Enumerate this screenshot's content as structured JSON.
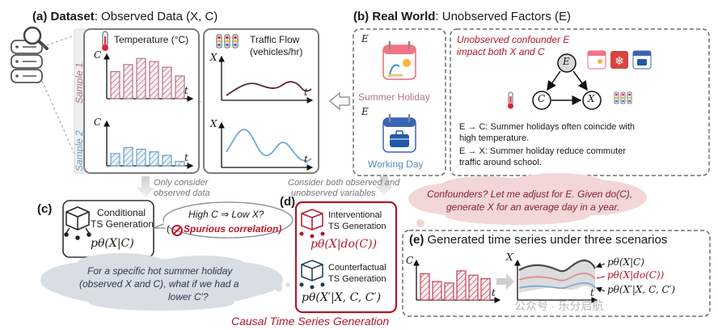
{
  "panel_a": {
    "label": "(a)",
    "heading_bold": "Dataset",
    "heading_rest": ": Observed Data (X, C)",
    "sample1": "Sample 1",
    "sample2": "Sample 2",
    "temperature_title": "Temperature (°C)",
    "traffic_title_1": "Traffic Flow",
    "traffic_title_2": "(vehicles/hr)",
    "axis_c": "C",
    "axis_x": "X",
    "axis_t": "t",
    "note_1": "Only consider",
    "note_2": "observed data"
  },
  "panel_b": {
    "label": "(b)",
    "heading_bold": "Real World",
    "heading_rest": ": Unobserved Factors (E)",
    "e_label": "E",
    "summer_holiday": "Summer Holiday",
    "working_day": "Working Day",
    "confounder_1": "Unobserved confounder E",
    "confounder_2": "impact both X and C",
    "node_e": "E",
    "node_c": "C",
    "node_x": "X",
    "line1a": "E → C: Summer holidays often coincide with",
    "line1b": "high temperature.",
    "line2a": "E → X: Summer holiday reduce commuter",
    "line2b": "traffic around school.",
    "note_1": "Consider both observed and",
    "note_2": "unobserved variables"
  },
  "panel_c": {
    "label": "(c)",
    "model_1": "Conditional",
    "model_2": "TS Generation",
    "formula": "pθ(X|C)",
    "bubble_1": "High C ⇒ Low X?",
    "bubble_2": "Spurious correlation)",
    "bubble_paren": "(",
    "question_1": "For a specific hot summer holiday",
    "question_2": "(observed X and C), what if we had a",
    "question_3": "lower C′?"
  },
  "panel_d": {
    "label": "(d)",
    "interventional_1": "Interventional",
    "interventional_2": "TS Generation",
    "interventional_formula": "pθ(X|do(C))",
    "counterfactual_1": "Counterfactual",
    "counterfactual_2": "TS Generation",
    "counterfactual_formula": "pθ(X′|X, C, C′)",
    "footer": "Causal Time Series Generation",
    "cloud_1": "Confounders? Let me adjust for E. Given do(C),",
    "cloud_2": "generate X for an average day in a year."
  },
  "panel_e": {
    "label": "(e)",
    "heading": "Generated time series under three scenarios",
    "axis_c": "C",
    "axis_x": "X",
    "axis_t": "t",
    "legend_1": "pθ(X|C)",
    "legend_2": "pθ(X|do(C))",
    "legend_3": "pθ(X′|X, C, C′)"
  },
  "watermark": "公众号 · 乐分启航",
  "colors": {
    "red": "#b0182a",
    "pink_bar": "#b5737e",
    "blue_bar": "#6e9fc0",
    "cloud_pink": "#f2d6d8",
    "cloud_grey": "#d9dde4",
    "box_grey": "#8c8c8c",
    "curve_dark": "#5a2a36",
    "curve_blue": "#6fa9cf"
  },
  "chart_data": [
    {
      "type": "bar",
      "name": "Temperature sample 1",
      "categories": [
        "1",
        "2",
        "3",
        "4",
        "5",
        "6"
      ],
      "values": [
        0.62,
        0.78,
        0.92,
        0.85,
        0.72,
        0.52
      ],
      "title": "Temperature (°C)",
      "ylabel": "C",
      "xlabel": "t"
    },
    {
      "type": "bar",
      "name": "Temperature sample 2",
      "categories": [
        "1",
        "2",
        "3",
        "4",
        "5",
        "6"
      ],
      "values": [
        0.28,
        0.42,
        0.38,
        0.32,
        0.24,
        0.1
      ],
      "ylabel": "C",
      "xlabel": "t"
    },
    {
      "type": "bar",
      "name": "Temperature (e)",
      "categories": [
        "1",
        "2",
        "3",
        "4",
        "5",
        "6"
      ],
      "values": [
        0.74,
        0.52,
        0.48,
        0.82,
        0.7,
        0.6
      ],
      "ylabel": "C",
      "xlabel": "t"
    }
  ]
}
